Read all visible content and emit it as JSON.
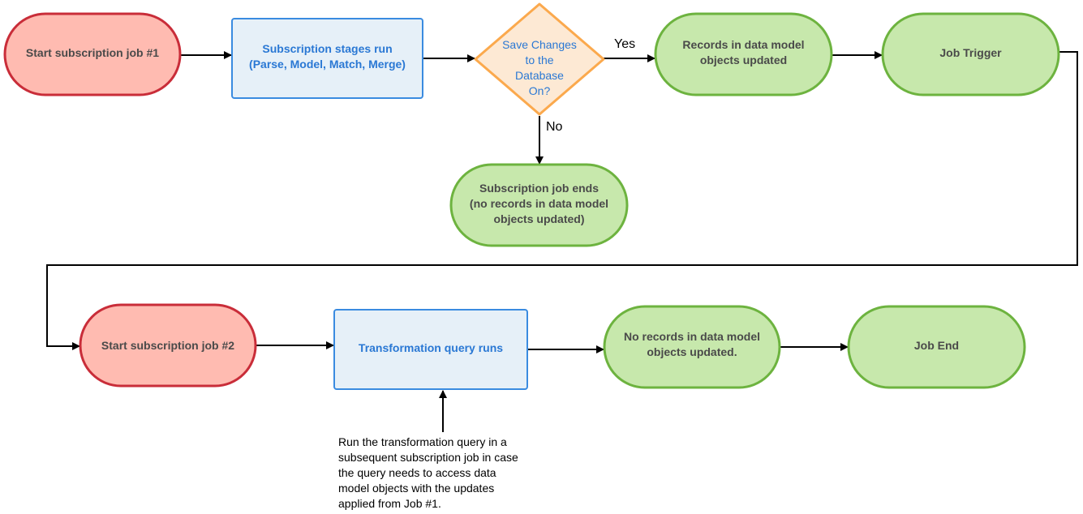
{
  "colors": {
    "terminal_red_fill": "#ffbbb1",
    "terminal_red_stroke": "#c92d39",
    "process_fill": "#e6f0f8",
    "process_stroke": "#3a8be0",
    "decision_fill": "#fde9d4",
    "decision_stroke": "#fba94d",
    "green_fill": "#c7e8ac",
    "green_stroke": "#6db33f"
  },
  "nodes": {
    "start1": [
      "Start subscription job #1"
    ],
    "stages": [
      "Subscription stages run",
      "(Parse, Model, Match, Merge)"
    ],
    "decision": [
      "Save Changes",
      "to the",
      "Database",
      "On?"
    ],
    "records_updated": [
      "Records in data model",
      "objects updated"
    ],
    "job_trigger": [
      "Job Trigger"
    ],
    "job_ends": [
      "Subscription job ends",
      "(no records in data model",
      "objects updated)"
    ],
    "start2": [
      "Start subscription job #2"
    ],
    "transformation": [
      "Transformation query runs"
    ],
    "no_records": [
      "No records in data model",
      "objects updated."
    ],
    "job_end": [
      "Job End"
    ]
  },
  "edges": {
    "yes": "Yes",
    "no": "No"
  },
  "note": [
    "Run the transformation query in a",
    "subsequent subscription job in case",
    "the query needs to access data",
    "model objects with the updates",
    "applied from Job #1."
  ]
}
